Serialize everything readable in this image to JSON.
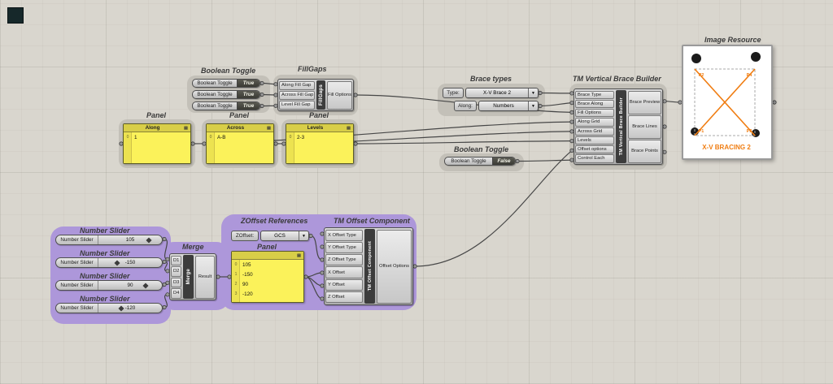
{
  "icons": {
    "dropdown_arrow": "▼",
    "panel_menu": "▤"
  },
  "colors": {
    "canvas_bg": "#d9d6ce",
    "group_gray": "#c3c0b8",
    "group_purple": "#ad97da",
    "panel_yellow": "#fbf25a",
    "accent_orange": "#f07d12"
  },
  "toggles_group": {
    "label": "Boolean Toggle",
    "items": [
      {
        "name": "Boolean Toggle",
        "value": "True"
      },
      {
        "name": "Boolean Toggle",
        "value": "True"
      },
      {
        "name": "Boolean Toggle",
        "value": "True"
      }
    ]
  },
  "fillgaps": {
    "label": "FillGaps",
    "name": "FillGaps",
    "inputs": [
      "Along Fill Gap",
      "Across Fill Gap",
      "Level Fill Gap"
    ],
    "output": "Fill Options"
  },
  "panel_along": {
    "label": "Panel",
    "title": "Along",
    "rows": [
      {
        "i": "0",
        "v": "1"
      }
    ]
  },
  "panel_across": {
    "label": "Panel",
    "title": "Across",
    "rows": [
      {
        "i": "0",
        "v": "A-B"
      }
    ]
  },
  "panel_levels": {
    "label": "Panel",
    "title": "Levels",
    "rows": [
      {
        "i": "0",
        "v": "2-3"
      }
    ]
  },
  "brace_types": {
    "label": "Brace types",
    "type_label": "Type:",
    "type_value": "X-V Brace 2",
    "along_label": "Along:",
    "along_value": "Numbers"
  },
  "tm_brace": {
    "label": "TM Vertical Brace Builder",
    "name": "TM Vertical Brace Builder",
    "inputs": [
      "Brace Type",
      "Brace Along",
      "Fill Options",
      "Along Grid",
      "Across Grid",
      "Levels",
      "Offset options",
      "Control Each"
    ],
    "outputs": [
      "Brace Preview",
      "Brace Lines",
      "Brace Points"
    ]
  },
  "toggle_false": {
    "label": "Boolean Toggle",
    "name": "Boolean Toggle",
    "value": "False"
  },
  "image_resource": {
    "label": "Image Resource",
    "caption": "X-V BRACING 2",
    "points": {
      "p1": "P1",
      "p2": "P2",
      "p3": "P3",
      "p4": "P4"
    }
  },
  "sliders": {
    "items": [
      {
        "label": "Number Slider",
        "name": "Number Slider",
        "value": "105"
      },
      {
        "label": "Number Slider",
        "name": "Number Slider",
        "value": "-150"
      },
      {
        "label": "Number Slider",
        "name": "Number Slider",
        "value": "90"
      },
      {
        "label": "Number Slider",
        "name": "Number Slider",
        "value": "-120"
      }
    ]
  },
  "merge": {
    "label": "Merge",
    "name": "Merge",
    "inputs": [
      "D1",
      "D2",
      "D3",
      "D4"
    ],
    "output": "Result"
  },
  "zoffset": {
    "label": "ZOffset References",
    "field": "ZOffset:",
    "value": "GCS"
  },
  "panel_offsets": {
    "label": "Panel",
    "rows": [
      {
        "i": "0",
        "v": "105"
      },
      {
        "i": "1",
        "v": "-150"
      },
      {
        "i": "2",
        "v": "90"
      },
      {
        "i": "3",
        "v": "-120"
      }
    ]
  },
  "tm_offset": {
    "label": "TM Offset Component",
    "name": "TM Offset Component",
    "inputs": [
      "X Offset Type",
      "Y Offset Type",
      "Z Offset Type",
      "X Offset",
      "Y Offset",
      "Z Offset"
    ],
    "output": "Offset Options"
  }
}
